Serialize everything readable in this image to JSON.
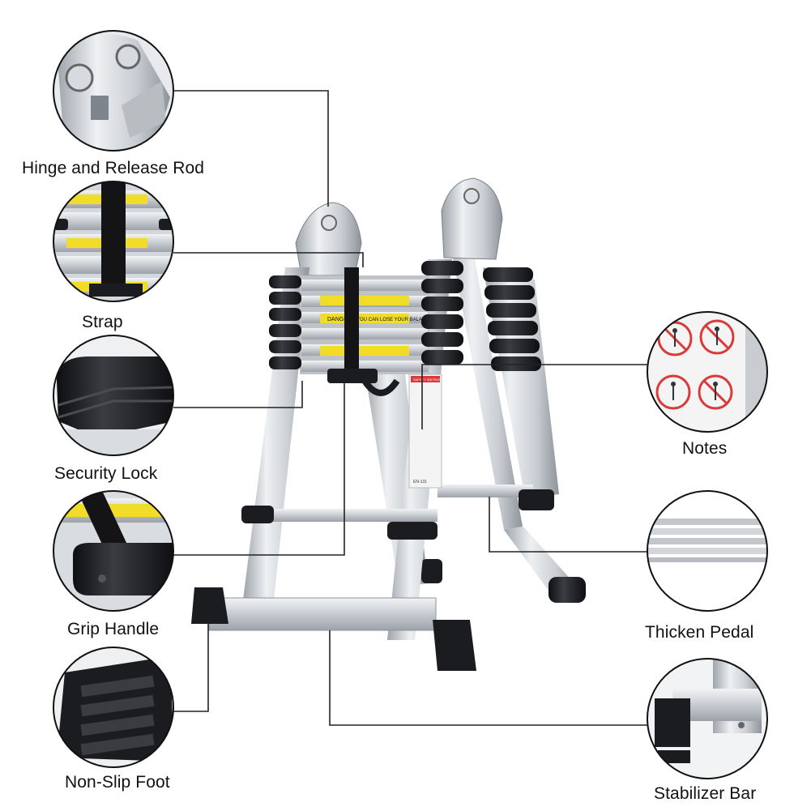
{
  "labels": {
    "hinge": "Hinge and Release Rod",
    "strap": "Strap",
    "security_lock": "Security Lock",
    "grip_handle": "Grip Handle",
    "non_slip_foot": "Non-Slip Foot",
    "notes": "Notes",
    "thicken_pedal": "Thicken Pedal",
    "stabilizer_bar": "Stabilizer Bar"
  },
  "sticker_text": {
    "danger": "DANGER",
    "balance": "YOU CAN LOSE YOUR BALANCE",
    "instruction": "SAFETY INSTRUCTION",
    "standard": "EN-131"
  },
  "colors": {
    "background": "#ffffff",
    "aluminum": "#cfd3d8",
    "aluminum_dark": "#9aa0a7",
    "rubber": "#1b1c1f",
    "sticker_yellow": "#f2dc2a",
    "warning_red": "#d93a3a",
    "leader_line": "#222222"
  }
}
